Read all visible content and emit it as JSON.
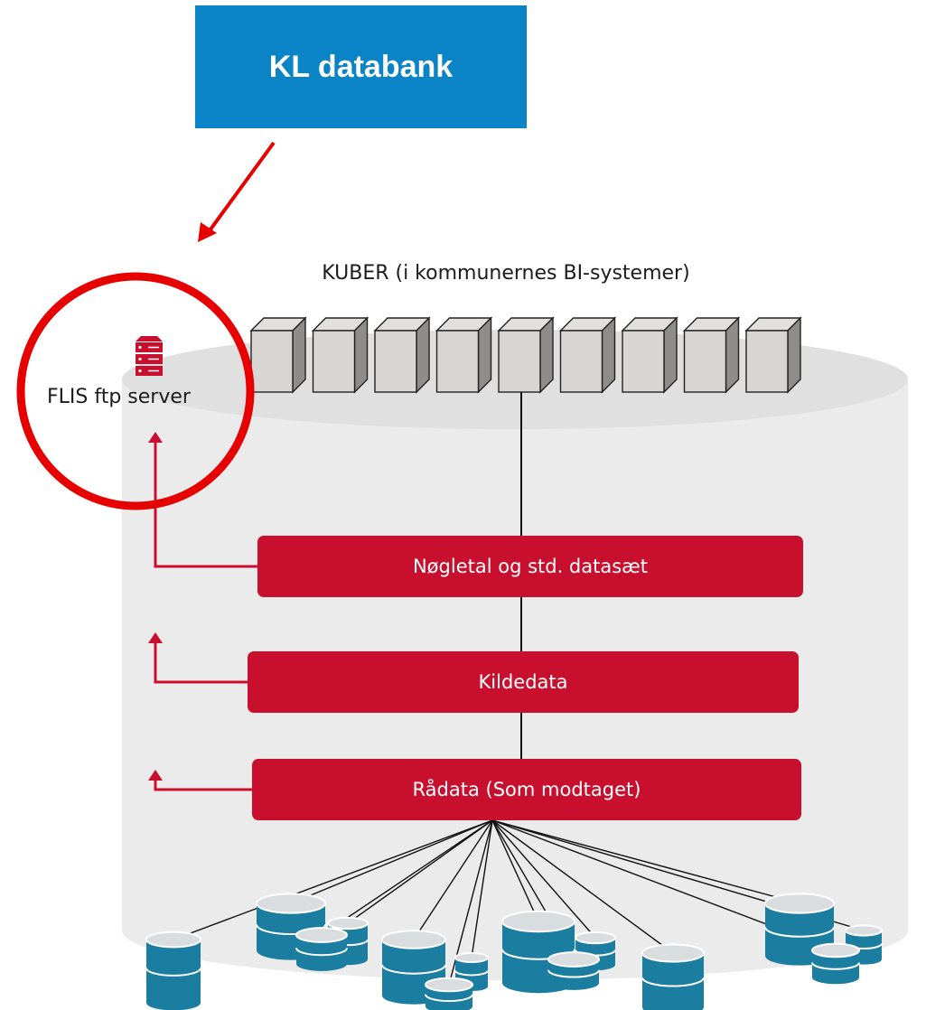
{
  "banner": {
    "label": "KL databank",
    "color": "#0a84c6"
  },
  "cubes_title": "KUBER (i kommunernes BI-systemer)",
  "cubes": {
    "count": 9,
    "icon": "cube-icon"
  },
  "server": {
    "label": "FLIS ftp server",
    "icon": "server-icon"
  },
  "layers": [
    {
      "label": "Nøgletal og std. datasæt"
    },
    {
      "label": "Kildedata"
    },
    {
      "label": "Rådata (Som modtaget)"
    }
  ],
  "sources": {
    "icon": "database-icon"
  },
  "colors": {
    "layer": "#c8102e",
    "highlight": "#e60000",
    "database": "#1b7ea0",
    "banner": "#0a84c6"
  }
}
